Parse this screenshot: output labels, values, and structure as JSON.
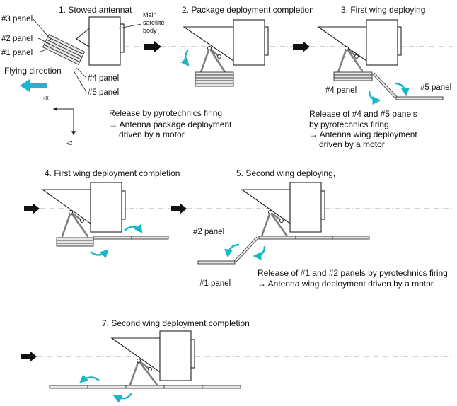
{
  "steps": {
    "s1": {
      "title": "1. Stowed antennat"
    },
    "s2": {
      "title": "2. Package deployment completion"
    },
    "s3": {
      "title": "3. First wing deploying"
    },
    "s4": {
      "title": "4. First wing deployment completion"
    },
    "s5": {
      "title": "5. Second wing deploying,"
    },
    "s7": {
      "title": "7. Second wing deployment completion"
    }
  },
  "labels": {
    "main_body": [
      "Main",
      "satellite",
      "body"
    ],
    "panel3": "#3 panel",
    "panel2": "#2 panel",
    "panel1": "#1 panel",
    "panel4": "#4 panel",
    "panel5": "#5 panel",
    "flying_direction": "Flying direction",
    "axis_x": "+X",
    "axis_z": "+Z"
  },
  "notes": {
    "step2": [
      "Release by pyrotechnics firing",
      "→ Antenna package deployment",
      "driven by a motor"
    ],
    "step3": [
      "Release of #4 and #5 panels",
      "by pyrotechnics firing",
      "→ Antenna wing deployment",
      "driven by a motor"
    ],
    "step5": [
      "Release of #1 and #2 panels by pyrotechnics firing",
      "→ Antenna wing deployment driven by a motor"
    ]
  },
  "colors": {
    "motion_arrow": "#16b8c6",
    "flight_arrow": "#1fb6d2",
    "strut": "#7f7f7f"
  }
}
